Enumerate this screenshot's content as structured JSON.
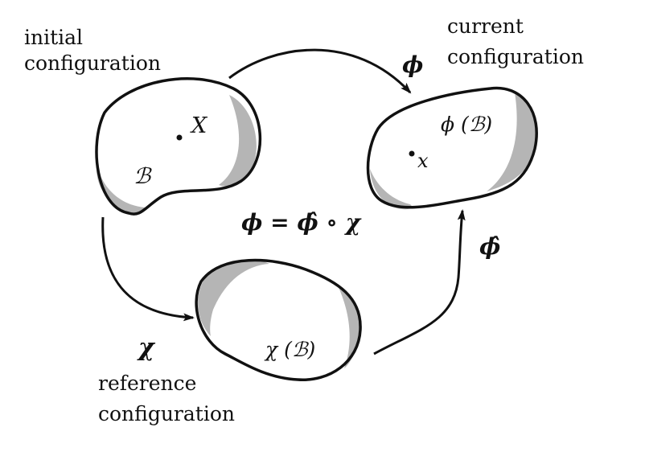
{
  "labels": {
    "initial_line1": "initial",
    "initial_line2": "configuration",
    "current_line1": "current",
    "current_line2": "configuration",
    "reference_line1": "reference",
    "reference_line2": "configuration"
  },
  "symbols": {
    "phi": "ϕ",
    "phi_hat": "ϕ̂",
    "chi": "χ",
    "point_X": "X",
    "point_x": "x",
    "body_B": "ℬ",
    "phi_B": "ϕ (ℬ)",
    "chi_B": "χ (ℬ)",
    "composition": "ϕ = ϕ̂ ∘ χ"
  },
  "colors": {
    "stroke": "#111111",
    "shading": "#b5b5b5",
    "background": "#ffffff"
  }
}
